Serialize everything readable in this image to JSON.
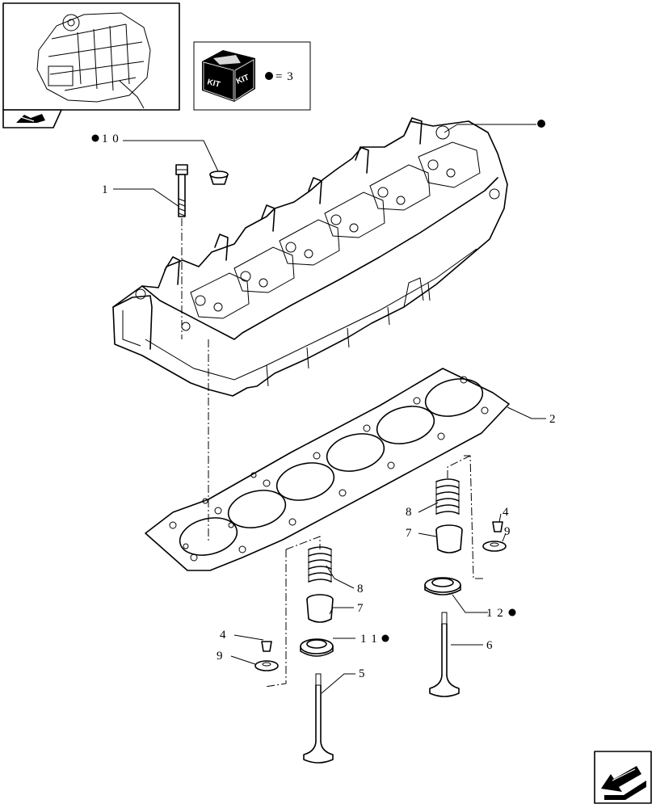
{
  "kit_box": {
    "left_word": "KIT",
    "right_word": "KIT",
    "equation": "= 3"
  },
  "callouts": [
    {
      "id": "c10",
      "text": "1 0"
    },
    {
      "id": "c1",
      "text": "1"
    },
    {
      "id": "c2",
      "text": "2"
    },
    {
      "id": "c8a",
      "text": "8"
    },
    {
      "id": "c7a",
      "text": "7"
    },
    {
      "id": "c4a",
      "text": "4"
    },
    {
      "id": "c9a",
      "text": "9"
    },
    {
      "id": "c12",
      "text": "1 2"
    },
    {
      "id": "c6",
      "text": "6"
    },
    {
      "id": "c8b",
      "text": "8"
    },
    {
      "id": "c7b",
      "text": "7"
    },
    {
      "id": "c4b",
      "text": "4"
    },
    {
      "id": "c9b",
      "text": "9"
    },
    {
      "id": "c11",
      "text": "1 1"
    },
    {
      "id": "c5",
      "text": "5"
    }
  ]
}
